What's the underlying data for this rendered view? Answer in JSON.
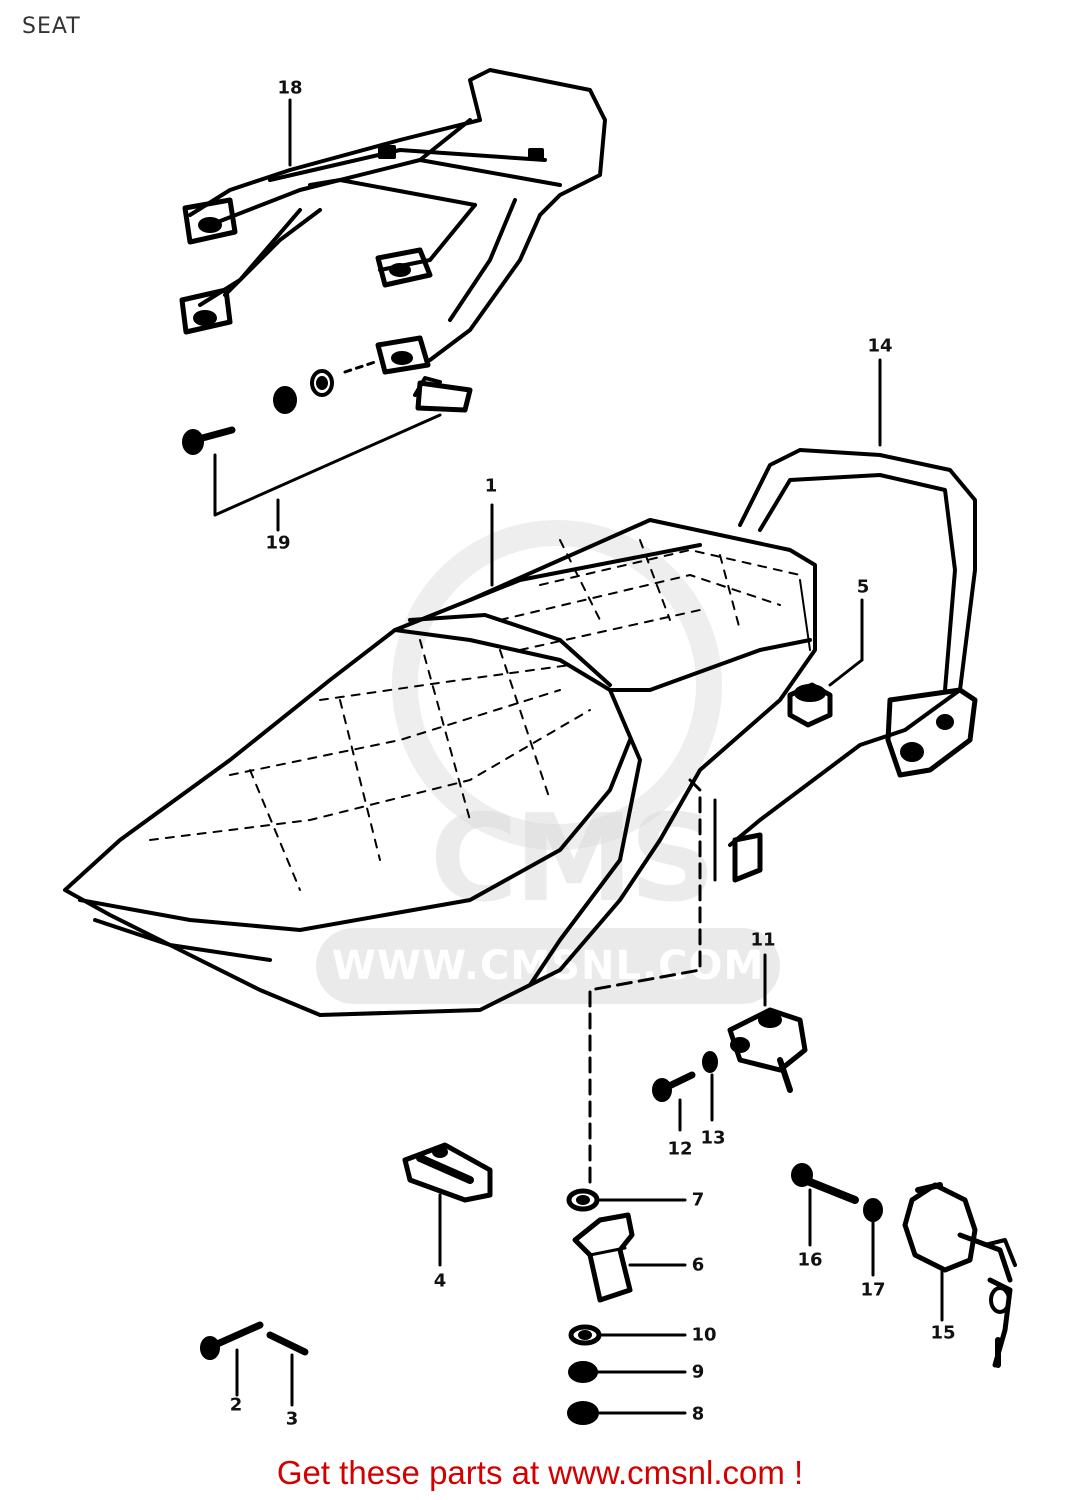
{
  "header": {
    "title": "SEAT"
  },
  "watermark": {
    "logo_text": "CMS",
    "url_text": "WWW.CMSNL.COM"
  },
  "callouts": {
    "p1": "1",
    "p2": "2",
    "p3": "3",
    "p4": "4",
    "p5": "5",
    "p6": "6",
    "p7": "7",
    "p8": "8",
    "p9": "9",
    "p10": "10",
    "p11": "11",
    "p12": "12",
    "p13": "13",
    "p14": "14",
    "p15": "15",
    "p16": "16",
    "p17": "17",
    "p18": "18",
    "p19": "19"
  },
  "footer": {
    "text": "Get these parts at www.cmsnl.com !"
  },
  "colors": {
    "line": "#000000",
    "footer": "#d40000",
    "watermark": "#d9d9d9"
  }
}
